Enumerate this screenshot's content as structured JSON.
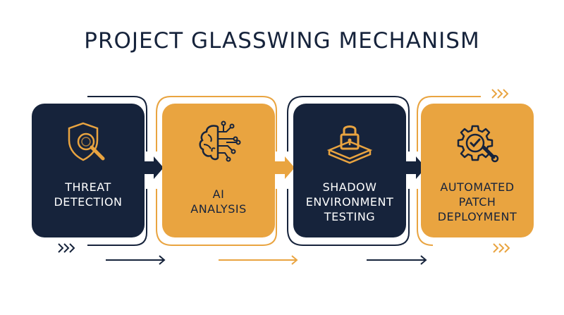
{
  "title": "PROJECT GLASSWING MECHANISM",
  "colors": {
    "navy": "#16233b",
    "gold": "#e9a440"
  },
  "steps": [
    {
      "label": "THREAT\nDETECTION",
      "icon": "shield-magnifier-icon",
      "style": "navy"
    },
    {
      "label": "AI\nANALYSIS",
      "icon": "brain-circuit-icon",
      "style": "gold"
    },
    {
      "label": "SHADOW\nENVIRONMENT\nTESTING",
      "icon": "padlock-layers-icon",
      "style": "navy"
    },
    {
      "label": "AUTOMATED\nPATCH\nDEPLOYMENT",
      "icon": "gear-wrench-check-icon",
      "style": "gold"
    }
  ]
}
